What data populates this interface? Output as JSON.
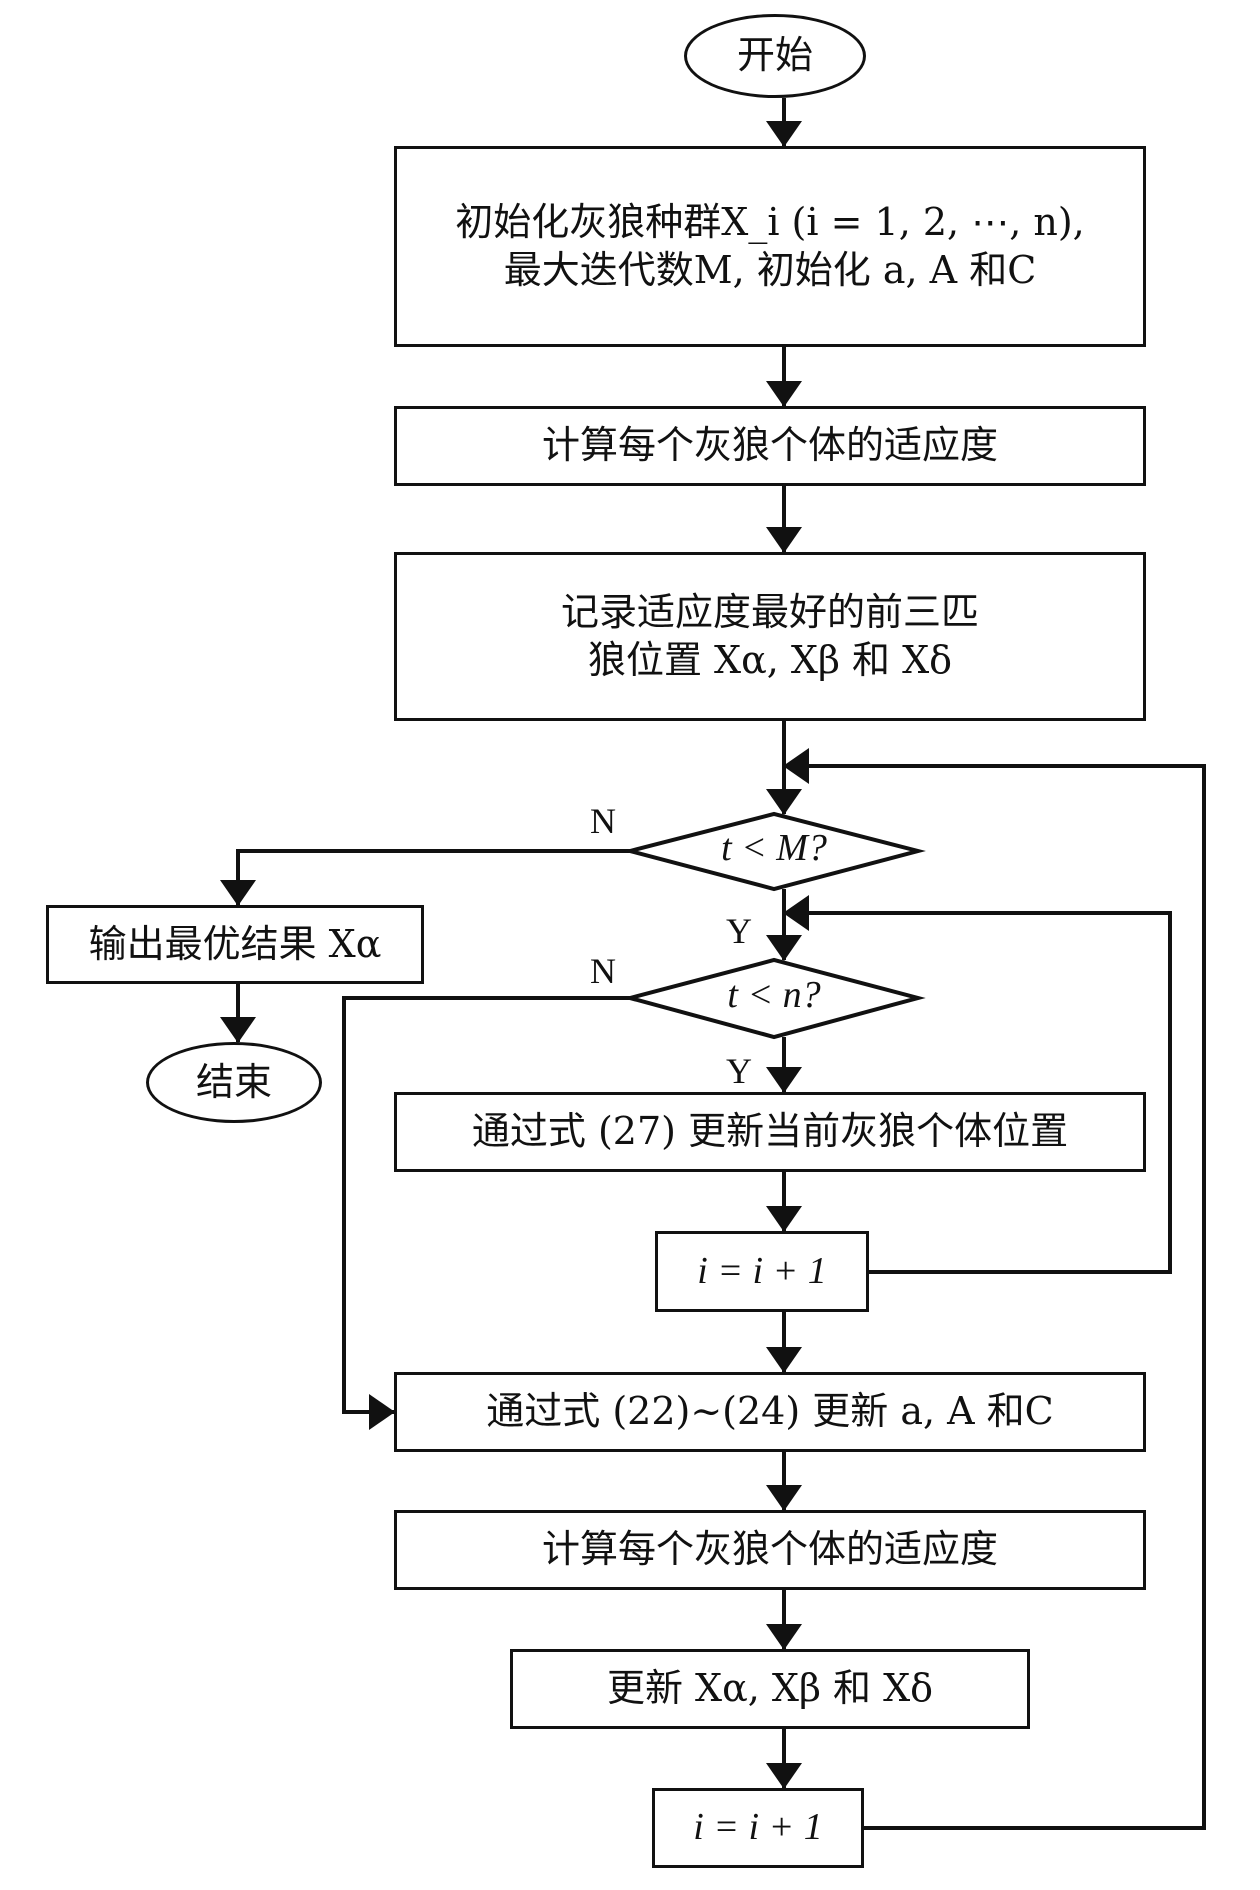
{
  "diagram": {
    "type": "flowchart",
    "nodes": {
      "start": {
        "text": "开始"
      },
      "init": {
        "line1": "初始化灰狼种群X_i (i = 1, 2, ⋯, n),",
        "line2": "最大迭代数M, 初始化  a, A 和C"
      },
      "fitness1": {
        "text": "计算每个灰狼个体的适应度"
      },
      "record": {
        "line1": "记录适应度最好的前三匹",
        "line2": "狼位置 Xα, Xβ 和 Xδ"
      },
      "cond_t_M": {
        "text": "t < M?"
      },
      "output": {
        "text": "输出最优结果 Xα"
      },
      "end": {
        "text": "结束"
      },
      "cond_t_n": {
        "text": "t < n?"
      },
      "update_pos": {
        "text": "通过式 (27) 更新当前灰狼个体位置"
      },
      "inc1": {
        "text": "i = i + 1"
      },
      "update_aAC": {
        "text": "通过式 (22)~(24) 更新 a, A 和C"
      },
      "fitness2": {
        "text": "计算每个灰狼个体的适应度"
      },
      "update_leaders": {
        "text": "更新 Xα, Xβ 和 Xδ"
      },
      "inc2": {
        "text": "i = i + 1"
      }
    },
    "edge_labels": {
      "yes": "Y",
      "no": "N"
    }
  }
}
